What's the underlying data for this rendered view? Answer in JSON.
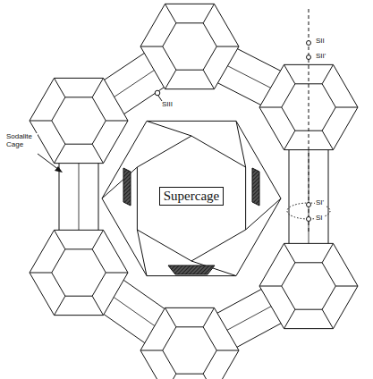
{
  "diagram": {
    "nodes": [
      {
        "text": [
          "Supercage"
        ]
      }
    ],
    "labels": [
      "Sodalite Cage",
      "SIII",
      "SII",
      "SII'",
      "SI'",
      "SI"
    ]
  }
}
